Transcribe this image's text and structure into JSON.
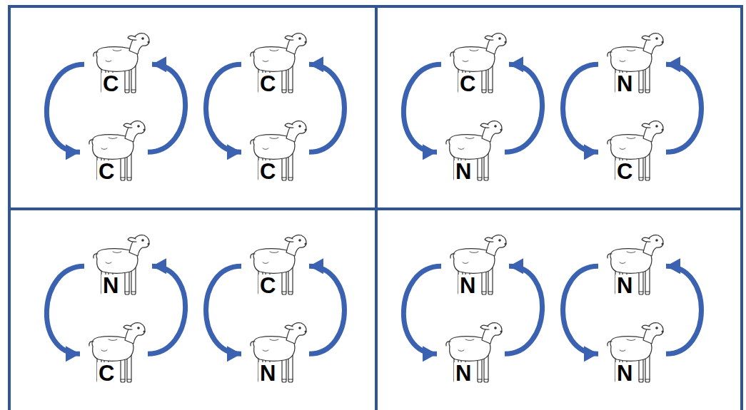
{
  "diagram": {
    "nodes": [
      {
        "text": [
          "C"
        ]
      },
      {
        "text": [
          "C"
        ]
      },
      {
        "text": [
          "C"
        ]
      },
      {
        "text": [
          "C"
        ]
      },
      {
        "text": [
          "C"
        ]
      },
      {
        "text": [
          "N"
        ]
      },
      {
        "text": [
          "N"
        ]
      },
      {
        "text": [
          "C"
        ]
      },
      {
        "text": [
          "N"
        ]
      },
      {
        "text": [
          "C"
        ]
      },
      {
        "text": [
          "C"
        ]
      },
      {
        "text": [
          "N"
        ]
      },
      {
        "text": [
          "N"
        ]
      },
      {
        "text": [
          "N"
        ]
      },
      {
        "text": [
          "N"
        ]
      },
      {
        "text": [
          "N"
        ]
      }
    ],
    "edges": [
      {
        "from": 0,
        "to": 1,
        "arrow": "to"
      },
      {
        "from": 1,
        "to": 0,
        "arrow": "to"
      },
      {
        "from": 2,
        "to": 3,
        "arrow": "to"
      },
      {
        "from": 3,
        "to": 2,
        "arrow": "to"
      },
      {
        "from": 4,
        "to": 5,
        "arrow": "to"
      },
      {
        "from": 5,
        "to": 4,
        "arrow": "to"
      },
      {
        "from": 6,
        "to": 7,
        "arrow": "to"
      },
      {
        "from": 7,
        "to": 6,
        "arrow": "to"
      },
      {
        "from": 8,
        "to": 9,
        "arrow": "to"
      },
      {
        "from": 9,
        "to": 8,
        "arrow": "to"
      },
      {
        "from": 10,
        "to": 11,
        "arrow": "to"
      },
      {
        "from": 11,
        "to": 10,
        "arrow": "to"
      },
      {
        "from": 12,
        "to": 13,
        "arrow": "to"
      },
      {
        "from": 13,
        "to": 12,
        "arrow": "to"
      },
      {
        "from": 14,
        "to": 15,
        "arrow": "to"
      },
      {
        "from": 15,
        "to": 14,
        "arrow": "to"
      }
    ]
  }
}
